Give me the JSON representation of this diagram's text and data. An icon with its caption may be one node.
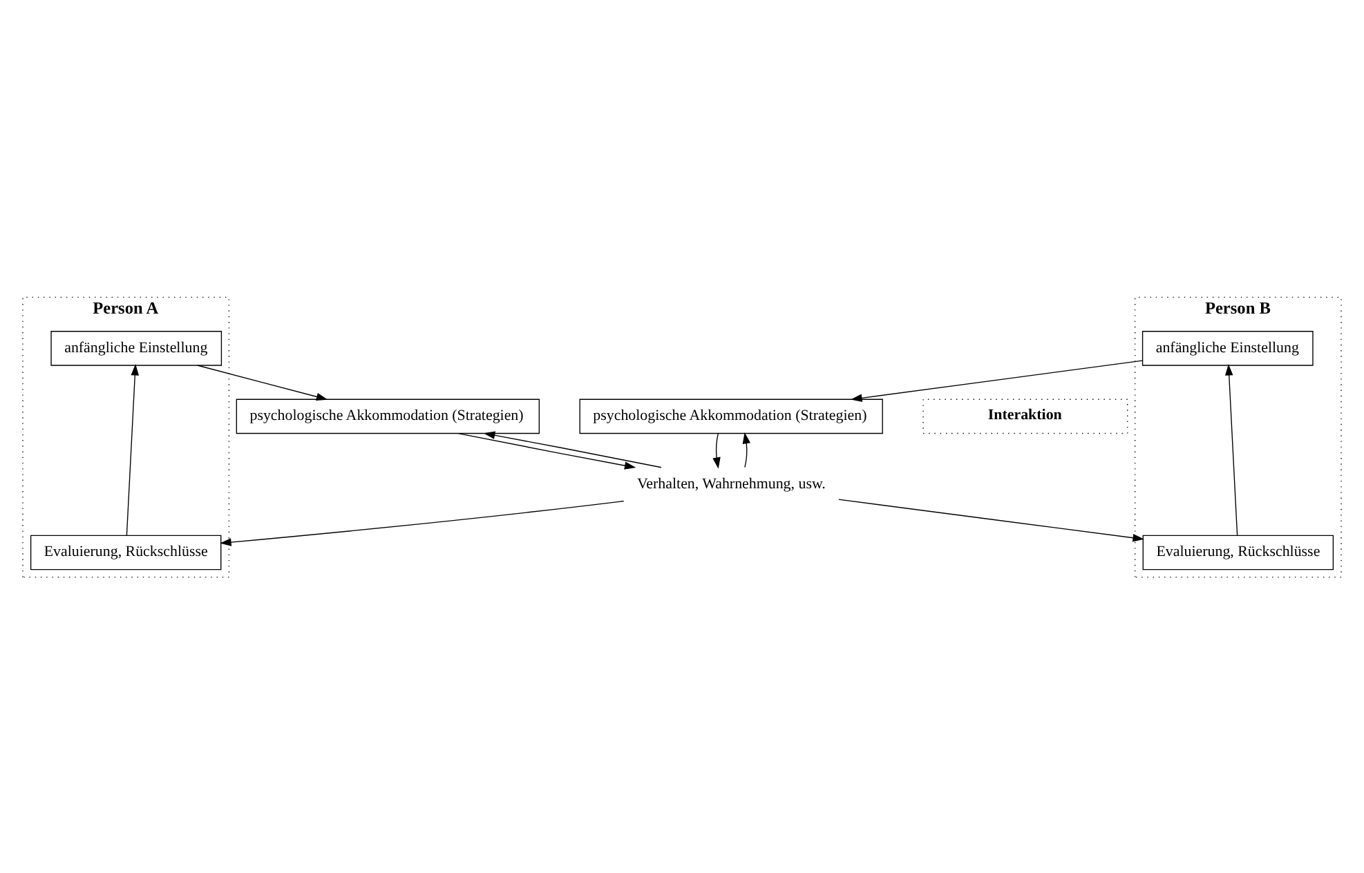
{
  "diagram": {
    "nodes": [
      {
        "text": [
          "Person A"
        ]
      },
      {
        "text": [
          "Person B"
        ]
      },
      {
        "text": [
          "Interaktion"
        ]
      },
      {
        "text": [
          "anfängliche Einstellung"
        ],
        "in": 0
      },
      {
        "text": [
          "anfängliche Einstellung"
        ],
        "in": 1
      },
      {
        "text": [
          "psychologische Akkommodation (Strategien)"
        ]
      },
      {
        "text": [
          "psychologische Akkommodation (Strategien)"
        ]
      },
      {
        "text": [
          "Verhalten, Wahrnehmung, usw."
        ]
      },
      {
        "text": [
          "Evaluierung, Rückschlüsse"
        ],
        "in": 0
      },
      {
        "text": [
          "Evaluierung, Rückschlüsse"
        ],
        "in": 1
      }
    ],
    "edges": [
      {
        "from": 3,
        "to": 5,
        "arrow": "to"
      },
      {
        "from": 4,
        "to": 6,
        "arrow": "to"
      },
      {
        "from": 5,
        "to": 7,
        "arrow": "to"
      },
      {
        "from": 6,
        "to": 7,
        "arrow": "to"
      },
      {
        "from": 7,
        "to": 5,
        "arrow": "to"
      },
      {
        "from": 7,
        "to": 6,
        "arrow": "to"
      },
      {
        "from": 7,
        "to": 8,
        "arrow": "to"
      },
      {
        "from": 7,
        "to": 9,
        "arrow": "to"
      },
      {
        "from": 8,
        "to": 3,
        "arrow": "to"
      },
      {
        "from": 9,
        "to": 4,
        "arrow": "to"
      }
    ]
  }
}
